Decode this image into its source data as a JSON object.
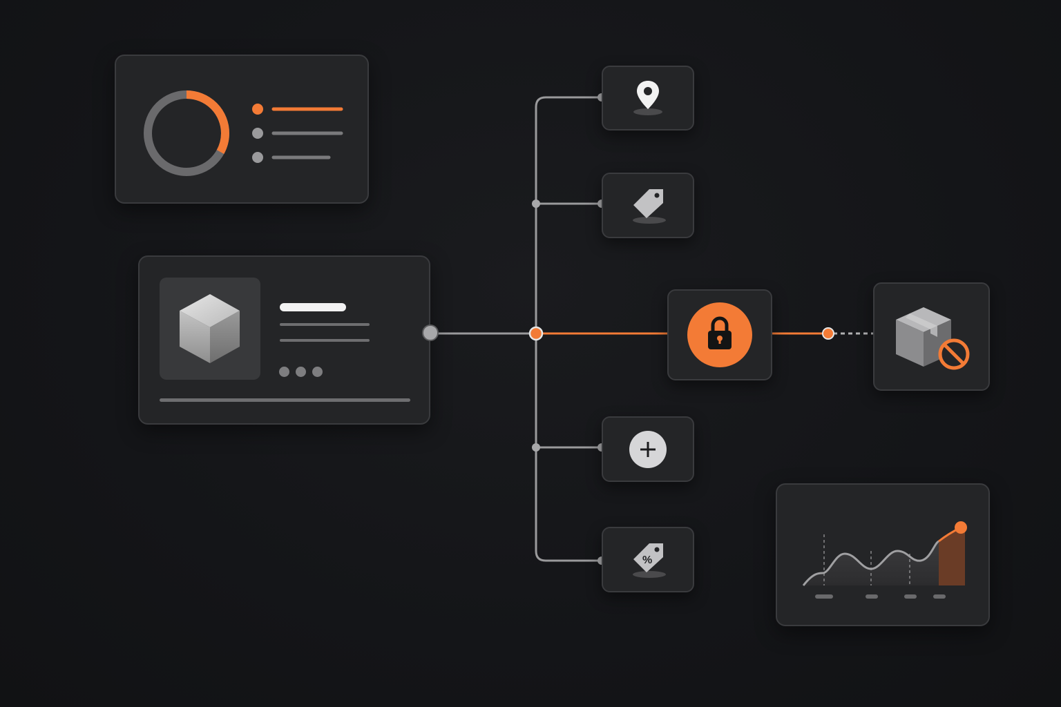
{
  "colors": {
    "background": "#141518",
    "card": "#242527",
    "card_border": "#3a3b3e",
    "accent": "#f37b36",
    "line": "#9a9a9c",
    "muted": "#6a6a6c",
    "white": "#f2f2f2"
  },
  "status_card": {
    "donut_progress": 0.33,
    "legend_items": [
      {
        "state": "active"
      },
      {
        "state": "inactive"
      },
      {
        "state": "inactive"
      }
    ]
  },
  "product_card": {
    "image_icon": "cube-icon",
    "pagination_dots": 3
  },
  "branch_nodes": [
    {
      "icon": "location-pin-icon"
    },
    {
      "icon": "price-tag-icon"
    },
    {
      "icon": "add-circle-icon"
    },
    {
      "icon": "discount-tag-icon",
      "glyph": "%"
    }
  ],
  "lock_node": {
    "icon": "lock-icon"
  },
  "blocked_node": {
    "icon": "package-blocked-icon"
  },
  "trend_card": {
    "icon": "trend-line-icon",
    "highlighted_endpoint": true
  }
}
